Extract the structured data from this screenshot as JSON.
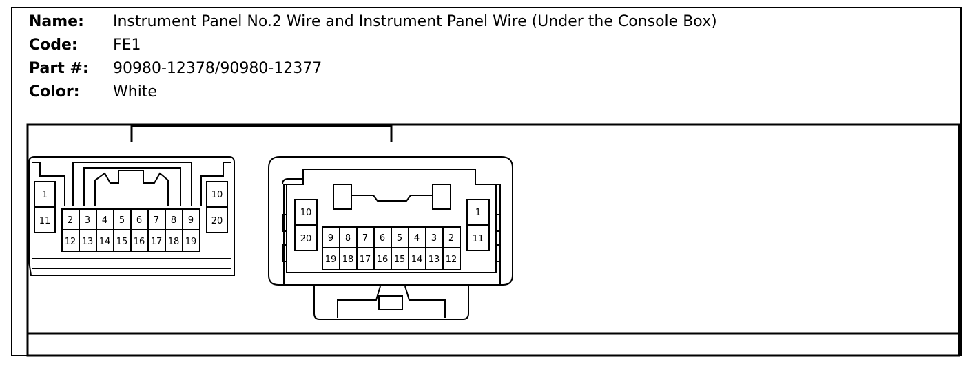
{
  "info": {
    "name_label": "Name:",
    "name_value": "Instrument Panel No.2 Wire and Instrument Panel Wire (Under the Console Box)",
    "code_label": "Code:",
    "code_value": "FE1",
    "part_label": "Part #:",
    "part_value": "90980-12378/90980-12377",
    "color_label": "Color:",
    "color_value": "White"
  },
  "connector_left": {
    "pin_1": "1",
    "pin_11": "11",
    "pin_10": "10",
    "pin_20": "20",
    "top_row": [
      "2",
      "3",
      "4",
      "5",
      "6",
      "7",
      "8",
      "9"
    ],
    "bottom_row": [
      "12",
      "13",
      "14",
      "15",
      "16",
      "17",
      "18",
      "19"
    ]
  },
  "connector_right": {
    "pin_10": "10",
    "pin_20": "20",
    "pin_1": "1",
    "pin_11": "11",
    "top_row": [
      "9",
      "8",
      "7",
      "6",
      "5",
      "4",
      "3",
      "2"
    ],
    "bottom_row": [
      "19",
      "18",
      "17",
      "16",
      "15",
      "14",
      "13",
      "12"
    ]
  }
}
